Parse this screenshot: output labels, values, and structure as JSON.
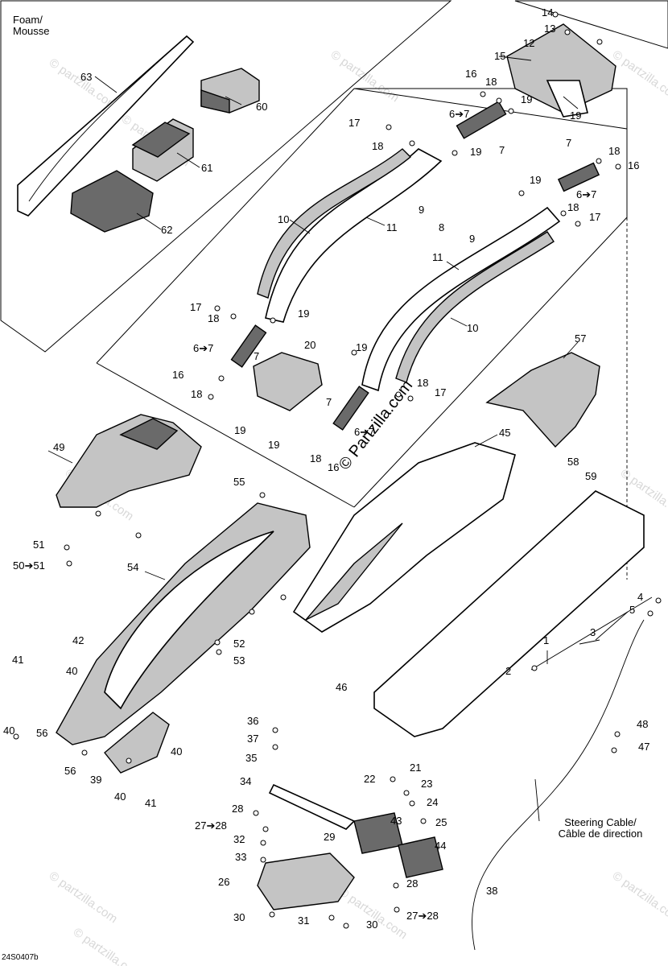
{
  "diagram": {
    "foam_label_en": "Foam/",
    "foam_label_fr": "Mousse",
    "steering_label_en": "Steering Cable/",
    "steering_label_fr": "Câble de direction",
    "figure_code": "24S0407b",
    "watermark_center": "© Partzilla.com",
    "watermark_repeat": "© partzilla.com",
    "callouts": [
      "1",
      "2",
      "3",
      "4",
      "5",
      "6➔7",
      "7",
      "8",
      "9",
      "10",
      "11",
      "12",
      "13",
      "14",
      "15",
      "16",
      "17",
      "18",
      "19",
      "20",
      "21",
      "22",
      "23",
      "24",
      "25",
      "26",
      "27➔28",
      "28",
      "29",
      "30",
      "31",
      "32",
      "33",
      "34",
      "35",
      "36",
      "37",
      "38",
      "39",
      "40",
      "41",
      "42",
      "43",
      "44",
      "45",
      "46",
      "47",
      "48",
      "49",
      "50➔51",
      "51",
      "52",
      "53",
      "54",
      "55",
      "56",
      "57",
      "58",
      "59",
      "60",
      "61",
      "62",
      "63"
    ]
  }
}
